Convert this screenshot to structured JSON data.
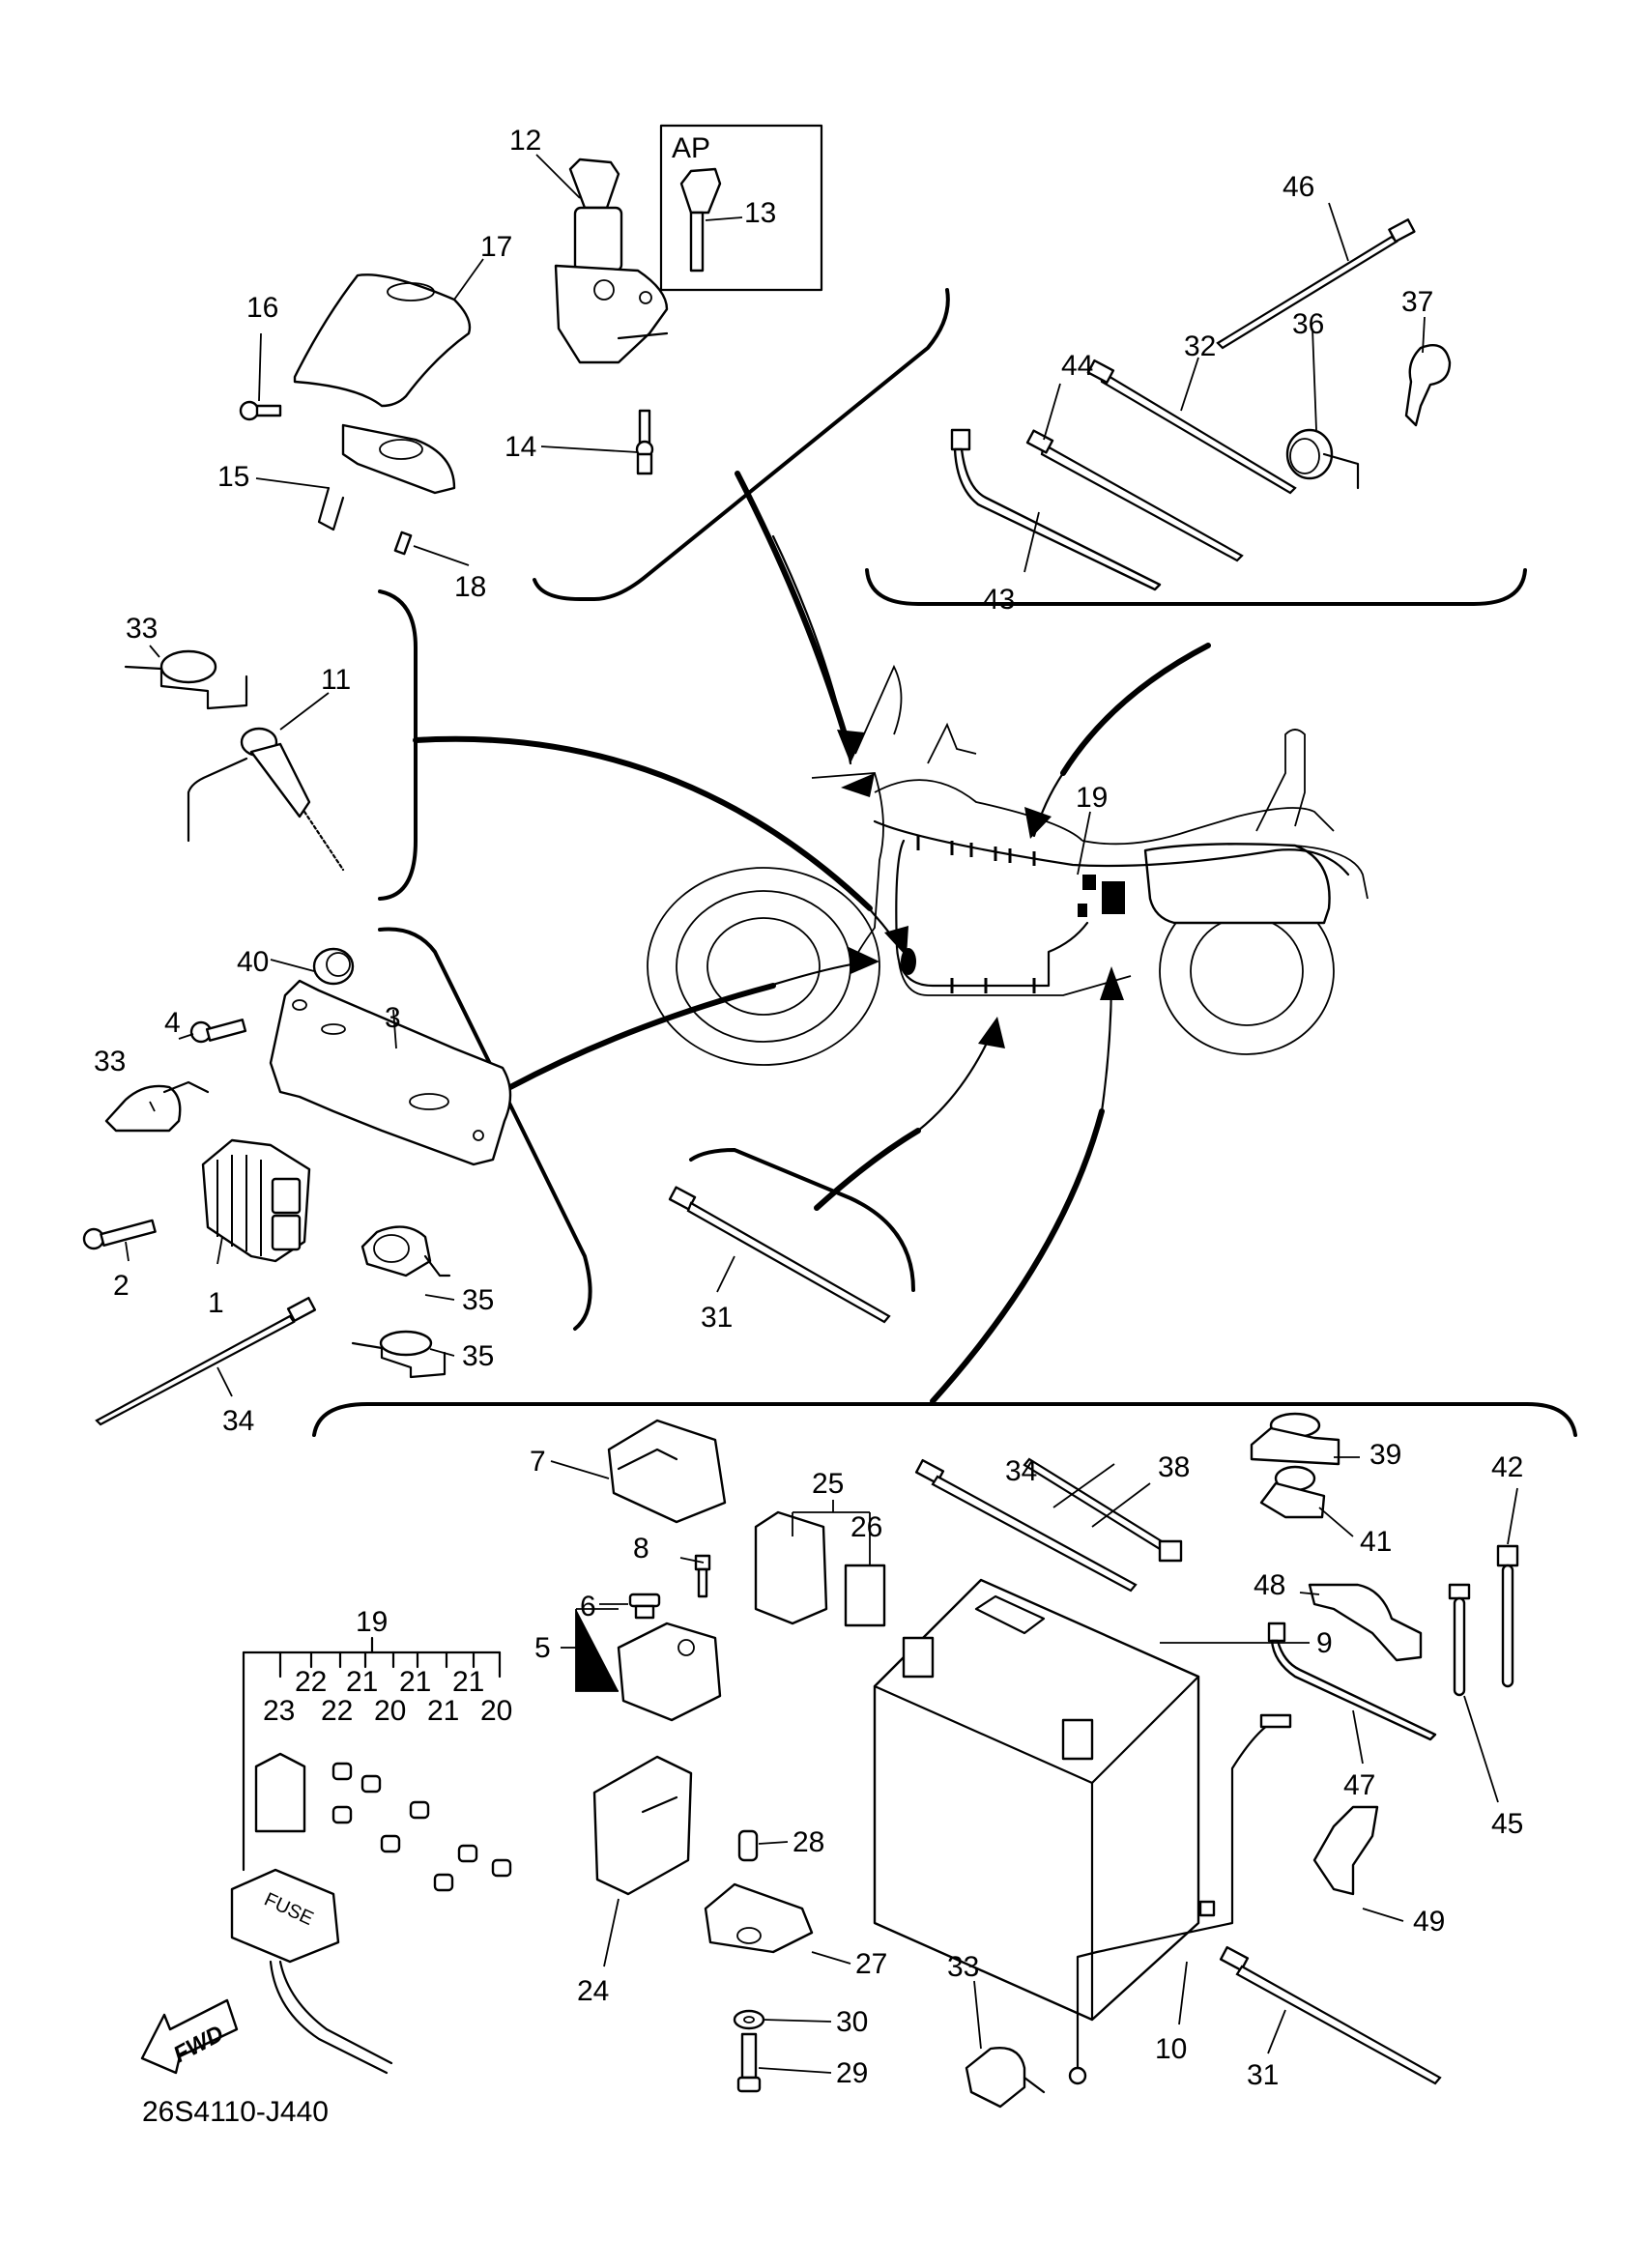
{
  "diagram": {
    "title": "Electrical parts exploded view",
    "diagram_code": "26S4110-J440",
    "ap_box_label": "AP",
    "fwd_arrow_label": "FWD",
    "fuse_label": "FUSE"
  },
  "callouts": {
    "p1": "1",
    "p2": "2",
    "p3": "3",
    "p4": "4",
    "p5": "5",
    "p6": "6",
    "p7": "7",
    "p8": "8",
    "p9": "9",
    "p10": "10",
    "p11": "11",
    "p12": "12",
    "p13": "13",
    "p14": "14",
    "p15": "15",
    "p16": "16",
    "p17": "17",
    "p18": "18",
    "p19a": "19",
    "p19b": "19",
    "p20a": "20",
    "p20b": "20",
    "p21a": "21",
    "p21b": "21",
    "p21c": "21",
    "p21d": "21",
    "p22a": "22",
    "p22b": "22",
    "p23": "23",
    "p24": "24",
    "p25": "25",
    "p26": "26",
    "p27": "27",
    "p28": "28",
    "p29": "29",
    "p30": "30",
    "p31a": "31",
    "p31b": "31",
    "p32": "32",
    "p33a": "33",
    "p33b": "33",
    "p33c": "33",
    "p34a": "34",
    "p34b": "34",
    "p35a": "35",
    "p35b": "35",
    "p36": "36",
    "p37": "37",
    "p38": "38",
    "p39": "39",
    "p40": "40",
    "p41": "41",
    "p42": "42",
    "p43": "43",
    "p44": "44",
    "p45": "45",
    "p46": "46",
    "p47": "47",
    "p48": "48",
    "p49": "49"
  }
}
